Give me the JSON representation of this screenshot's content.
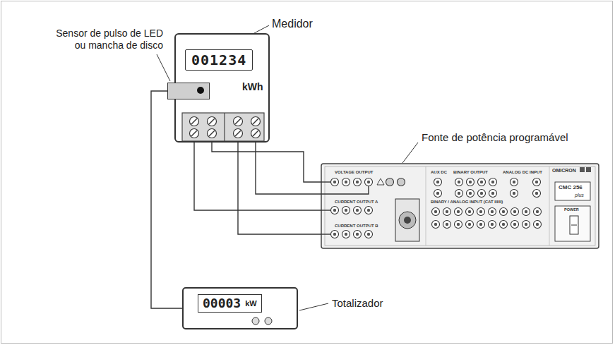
{
  "diagram": {
    "nodes": [
      {
        "text": [
          "Medidor",
          "kWh"
        ]
      },
      {
        "text": [
          "001234"
        ],
        "in": 0
      },
      {
        "text": [
          "Sensor de pulso de LED ou mancha de disco"
        ]
      },
      {
        "text": [
          "Fonte de potência programável"
        ]
      },
      {
        "text": [
          "Totalizador"
        ]
      },
      {
        "text": [
          "00003",
          "kW"
        ],
        "in": 4
      }
    ],
    "edges": [
      {
        "from": 0,
        "to": 3,
        "arrow": "none"
      },
      {
        "from": 0,
        "to": 3,
        "arrow": "none"
      },
      {
        "from": 0,
        "to": 3,
        "arrow": "none"
      },
      {
        "from": 0,
        "to": 3,
        "arrow": "none"
      },
      {
        "from": 2,
        "to": 4,
        "arrow": "none"
      }
    ],
    "labels": [
      "VOLTAGE OUTPUT",
      "AUX DC",
      "BINARY OUTPUT",
      "ANALOG DC INPUT",
      "OMICRON",
      "CMC 256",
      "plus",
      "CURRENT OUTPUT A",
      "BINARY / ANALOG INPUT (CAT III/II)",
      "POWER",
      "CURRENT OUTPUT B"
    ]
  }
}
